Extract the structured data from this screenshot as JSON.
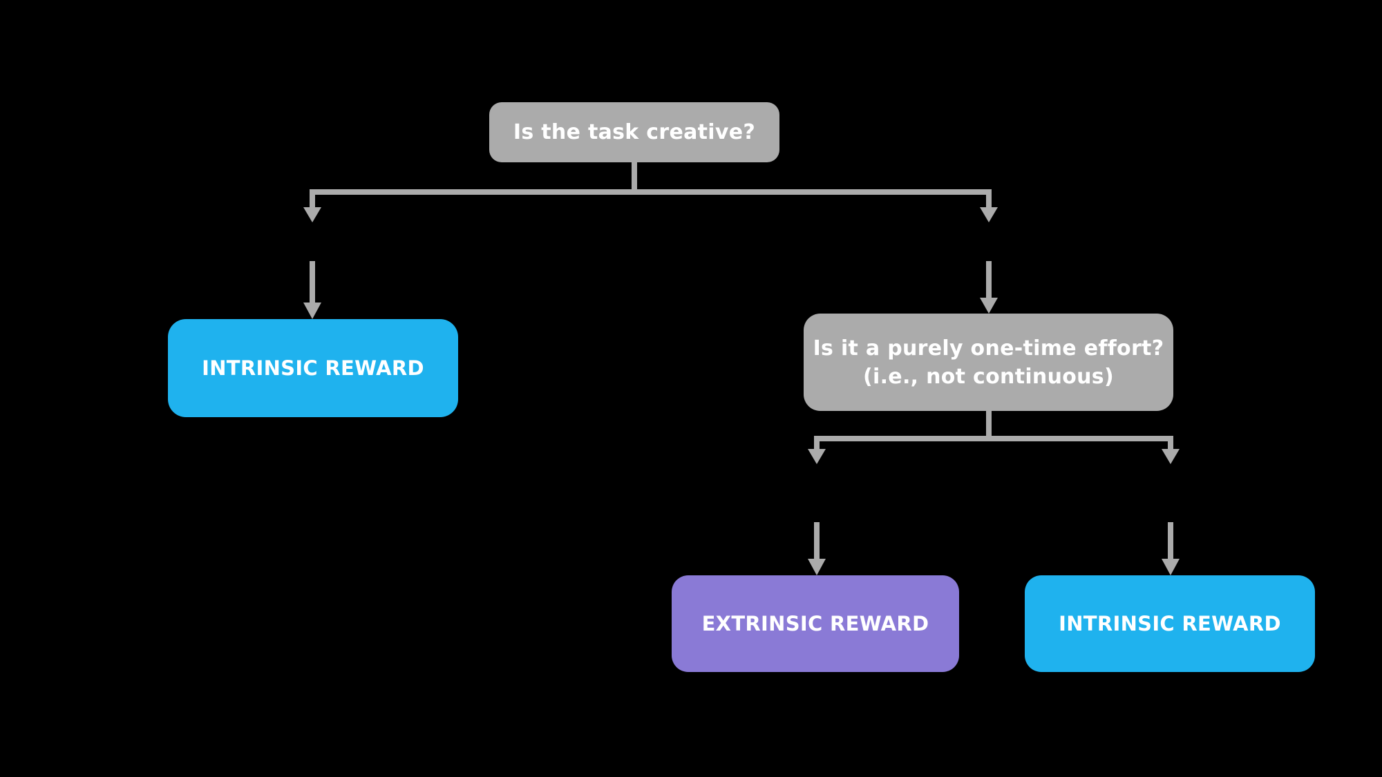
{
  "colors": {
    "background": "#000000",
    "decision_box": "#ABABAB",
    "intrinsic_box": "#1FB2EE",
    "extrinsic_box": "#8A7AD6",
    "connector": "#ABABAB",
    "box_text": "#FFFFFF"
  },
  "nodes": {
    "root_question": {
      "label": "Is the task creative?"
    },
    "intrinsic_left": {
      "label": "INTRINSIC REWARD"
    },
    "one_time_question": {
      "line1": "Is it a purely one-time effort?",
      "line2": "(i.e., not continuous)"
    },
    "extrinsic": {
      "label": "EXTRINSIC REWARD"
    },
    "intrinsic_right": {
      "label": "INTRINSIC REWARD"
    }
  },
  "edges": [
    {
      "from": "root_question",
      "to": "intrinsic_left"
    },
    {
      "from": "root_question",
      "to": "one_time_question"
    },
    {
      "from": "one_time_question",
      "to": "extrinsic"
    },
    {
      "from": "one_time_question",
      "to": "intrinsic_right"
    }
  ]
}
